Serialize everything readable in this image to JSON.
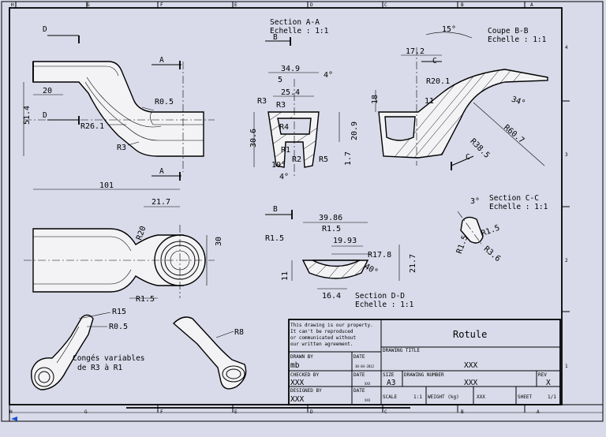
{
  "zones": {
    "top": [
      "H",
      "G",
      "F",
      "E",
      "D",
      "C",
      "B",
      "A"
    ],
    "bottom": [
      "H",
      "G",
      "F",
      "E",
      "D",
      "C",
      "B",
      "A"
    ],
    "right": [
      "4",
      "3",
      "2",
      "1"
    ]
  },
  "views": {
    "section_aa": {
      "title": "Section A-A",
      "scale": "Echelle :  1:1"
    },
    "section_bb": {
      "title": "Coupe B-B",
      "scale": "Echelle :  1:1"
    },
    "section_cc": {
      "title": "Section C-C",
      "scale": "Echelle :  1:1"
    },
    "section_dd": {
      "title": "Section D-D",
      "scale": "Echelle :  1:1"
    },
    "iso_note": "Congés variables\nde R3 à R1"
  },
  "cut_letters": {
    "d_upper": "D",
    "d_lower": "D",
    "a_upper": "A",
    "a_lower": "A",
    "b_upper": "B",
    "b_lower": "B",
    "c_upper": "C",
    "c_lower": "C"
  },
  "dims": {
    "front_20": "20",
    "front_51_4": "51.4",
    "front_r0_5": "R0.5",
    "front_r26_1": "R26.1",
    "front_r3": "R3",
    "aa_34_9": "34.9",
    "aa_5": "5",
    "aa_4deg": "4°",
    "aa_25_4": "25.4",
    "aa_r3a": "R3",
    "aa_r3b": "R3",
    "aa_30_6": "30.6",
    "aa_20_9": "20.9",
    "aa_r4": "R4",
    "aa_r1": "R1",
    "aa_r2": "R2",
    "aa_r5": "R5",
    "aa_1_7": "1.7",
    "aa_10deg": "10°",
    "aa_4deg_b": "4°",
    "bb_15deg": "15°",
    "bb_17_2": "17.2",
    "bb_r20_1": "R20.1",
    "bb_18": "18",
    "bb_11": "11",
    "bb_34deg": "34°",
    "bb_r60_7": "R60.7",
    "bb_r38_5": "R38.5",
    "top_101": "101",
    "top_21_7": "21.7",
    "top_r20": "R20",
    "top_30": "30",
    "top_r1_5": "R1.5",
    "dd_39_86": "39.86",
    "dd_r1_5a": "R1.5",
    "dd_r1_5b": "R1.5",
    "dd_19_93": "19.93",
    "dd_r17_8": "R17.8",
    "dd_11": "11",
    "dd_40deg": "40°",
    "dd_21_7": "21.7",
    "dd_16_4": "16.4",
    "cc_3deg": "3°",
    "cc_r1_5a": "R1.5",
    "cc_r1_5b": "R1.5",
    "cc_r3_6": "R3.6",
    "iso_r15": "R15",
    "iso_r0_5": "R0.5",
    "iso_r8": "R8"
  },
  "title_block": {
    "notice": "This drawing is our property.\nIt can't be reproduced\nor communicated without\nour written agreement.",
    "title": "Rotule",
    "drawing_title_label": "DRAWING TITLE",
    "drawing_title_value": "XXX",
    "drawn_by_label": "DRAWN BY",
    "drawn_by_value": "mb",
    "date_label": "DATE",
    "date_value": "30-04-2012",
    "checked_by_label": "CHECKED BY",
    "checked_by_value": "XXX",
    "checked_date_label": "DATE",
    "checked_date_value": "XXX",
    "designed_by_label": "DESIGNED BY",
    "designed_by_value": "XXX",
    "designed_date_label": "DATE",
    "designed_date_value": "XXX",
    "size_label": "SIZE",
    "size_value": "A3",
    "drawing_number_label": "DRAWING NUMBER",
    "drawing_number_value": "XXX",
    "rev_label": "REV",
    "rev_value": "X",
    "scale_label": "SCALE",
    "scale_value": "1:1",
    "weight_label": "WEIGHT (kg)",
    "weight_value": "XXX",
    "sheet_label": "SHEET",
    "sheet_value": "1/1"
  }
}
